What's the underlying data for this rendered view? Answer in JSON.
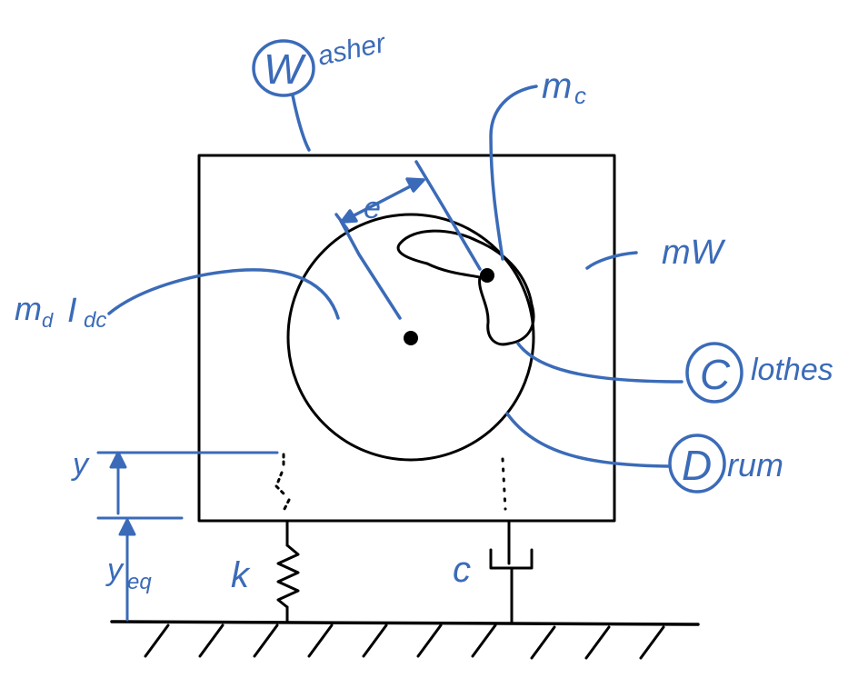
{
  "labels": {
    "washer_initial": "W",
    "washer_rest": "asher",
    "clothes_mass": "m",
    "clothes_mass_sub": "c",
    "washer_mass": "mW",
    "drum_mass": "m",
    "drum_mass_sub": "d",
    "drum_inertia": "I",
    "drum_inertia_sub": "dc",
    "eccentricity": "e",
    "clothes_initial": "C",
    "clothes_rest": "lothes",
    "drum_initial": "D",
    "drum_rest": "rum",
    "y": "y",
    "y_eq": "y",
    "y_eq_sub": "eq",
    "spring": "k",
    "damper": "c"
  },
  "colors": {
    "annotation": "#3b6bb8",
    "ink": "#000000"
  }
}
